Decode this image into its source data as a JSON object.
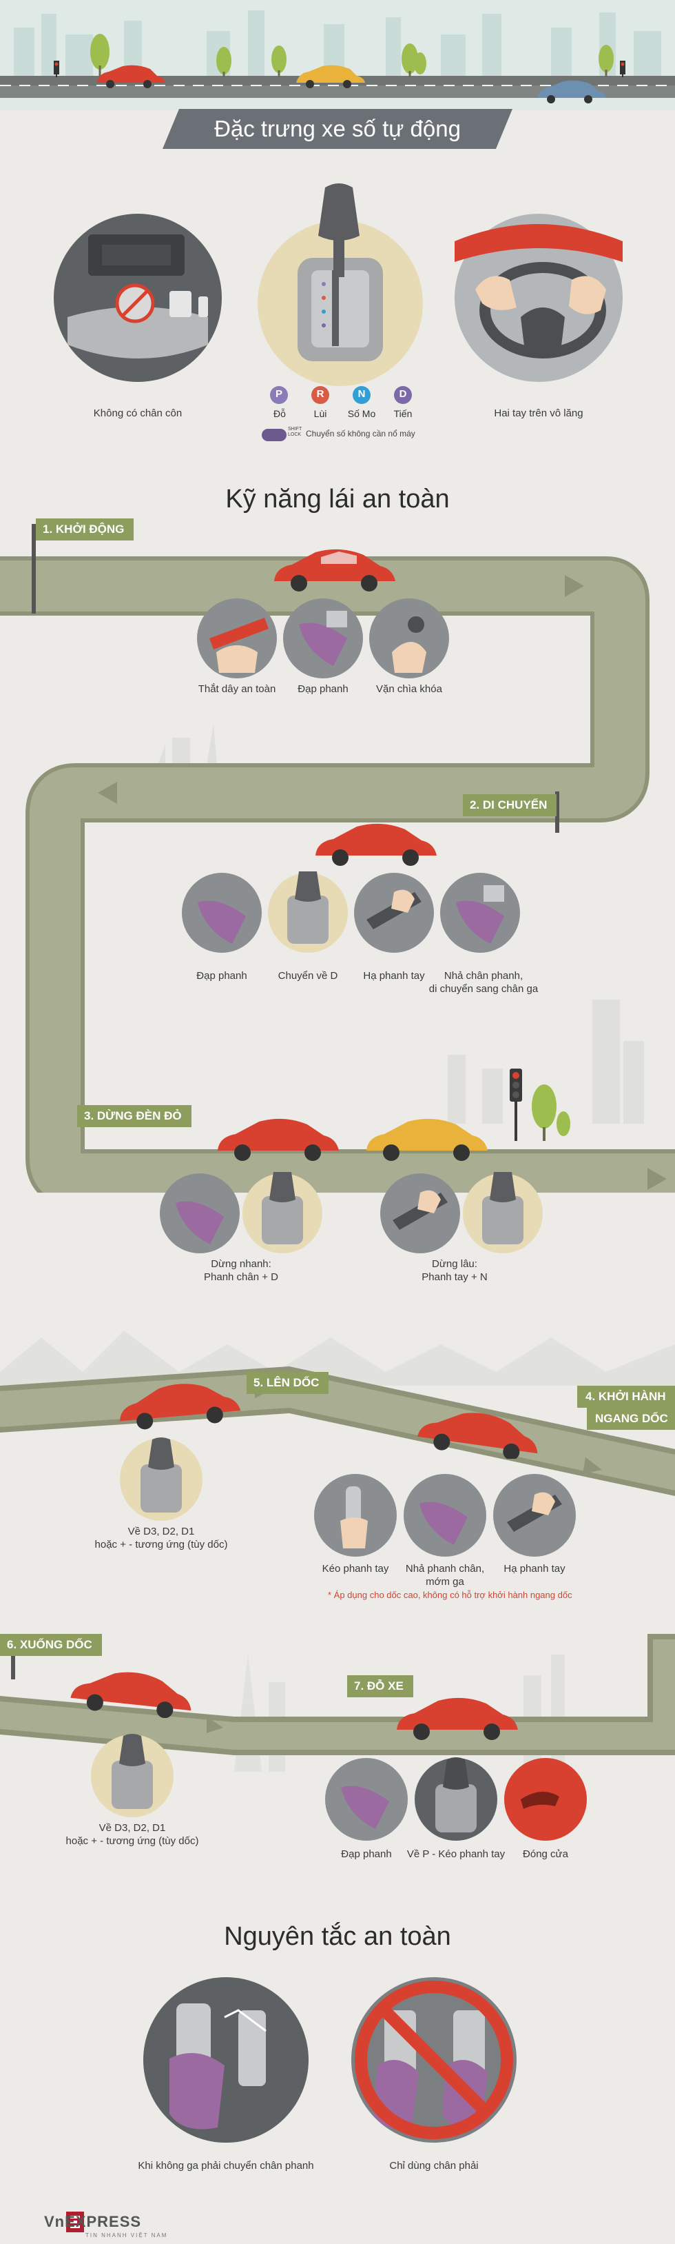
{
  "header": {
    "title": "Đặc trưng xe số tự động"
  },
  "features": {
    "no_clutch": "Không có chân côn",
    "hands_on_wheel": "Hai tay trên vô lăng",
    "gears": [
      {
        "letter": "P",
        "label": "Đỗ",
        "color": "#8a7bb6"
      },
      {
        "letter": "R",
        "label": "Lùi",
        "color": "#d85c45"
      },
      {
        "letter": "N",
        "label": "Số Mo",
        "color": "#2f9fd6"
      },
      {
        "letter": "D",
        "label": "Tiến",
        "color": "#7c6aa8"
      }
    ],
    "shift_lock_badge": "SHIFT LOCK",
    "shift_lock_text": "Chuyển số không cần nổ máy"
  },
  "skills": {
    "title": "Kỹ năng lái an toàn",
    "step1": {
      "label": "1. KHỞI ĐỘNG",
      "captions": [
        "Thắt dây an toàn",
        "Đạp phanh",
        "Vặn chìa khóa"
      ]
    },
    "step2": {
      "label": "2. DI CHUYỂN",
      "captions": [
        "Đạp phanh",
        "Chuyển về D",
        "Hạ phanh tay",
        "Nhả chân phanh,",
        "di chuyển sang chân ga"
      ]
    },
    "step3": {
      "label": "3. DỪNG ĐÈN ĐỎ",
      "quick_stop": [
        "Dừng nhanh:",
        "Phanh chân + D"
      ],
      "long_stop": [
        "Dừng lâu:",
        "Phanh tay + N"
      ]
    },
    "step5": {
      "label": "5. LÊN DỐC",
      "captions": [
        "Về D3, D2, D1",
        "hoặc + - tương ứng (tùy dốc)"
      ]
    },
    "step4": {
      "label_line1": "4. KHỞI HÀNH",
      "label_line2": "NGANG DỐC",
      "captions": [
        "Kéo phanh tay",
        "Nhả phanh chân,",
        "mớm ga",
        "Hạ phanh tay"
      ],
      "note": "* Áp dụng cho dốc cao, không có hỗ trợ khởi hành ngang dốc"
    },
    "step6": {
      "label": "6. XUỐNG DỐC",
      "captions": [
        "Về D3, D2, D1",
        "hoặc + - tương ứng (tùy dốc)"
      ]
    },
    "step7": {
      "label": "7. ĐỖ XE",
      "captions": [
        "Đạp phanh",
        "Về P - Kéo phanh tay",
        "Đóng cửa"
      ]
    }
  },
  "safety": {
    "title": "Nguyên tắc an toàn",
    "captions": [
      "Khi không ga phải chuyển chân phanh",
      "Chỉ dùng chân phải"
    ]
  },
  "brand": {
    "logo": "VnEXPRESS",
    "sub": "TIN NHANH VIỆT NAM"
  },
  "colors": {
    "road": "#a9ad91",
    "road_edge": "#8f9478",
    "car_red": "#d8412f",
    "car_yellow": "#e9b23a",
    "step_green": "#8c9d5d",
    "banner": "#6b7076"
  }
}
